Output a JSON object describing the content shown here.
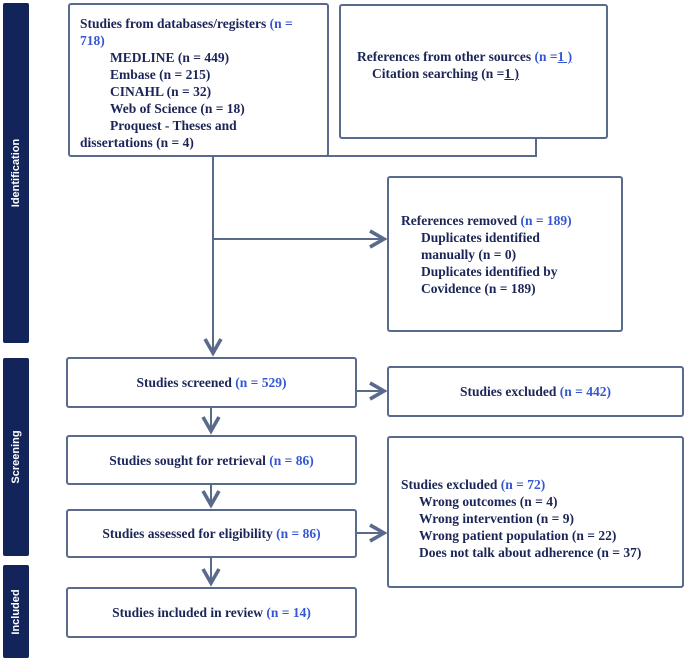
{
  "phases": {
    "identification": "Identification",
    "screening": "Screening",
    "included": "Included"
  },
  "identification": {
    "databases": {
      "title": "Studies from databases/registers",
      "n": "(n = 718)",
      "items": [
        "MEDLINE (n = 449)",
        "Embase (n = 215)",
        "CINAHL (n = 32)",
        "Web of Science (n = 18)",
        "Proquest - Theses and"
      ],
      "last_line": "dissertations (n = 4)"
    },
    "other_sources": {
      "title": "References from other sources",
      "n_prefix": "(n =",
      "n_value": "1 )",
      "item_prefix": "Citation searching (n =",
      "item_value": "1 )"
    },
    "removed": {
      "title": "References removed",
      "n": "(n = 189)",
      "items": [
        "Duplicates identified",
        "manually (n = 0)",
        "Duplicates identified by",
        "Covidence (n = 189)"
      ]
    }
  },
  "screening": {
    "screened": {
      "title": "Studies screened",
      "n": "(n = 529)"
    },
    "excluded1": {
      "title": "Studies excluded",
      "n": "(n = 442)"
    },
    "sought": {
      "title": "Studies sought for retrieval",
      "n": "(n = 86)"
    },
    "assessed": {
      "title": "Studies assessed for eligibility",
      "n": "(n = 86)"
    },
    "excluded2": {
      "title": "Studies excluded",
      "n": "(n = 72)",
      "items": [
        "Wrong outcomes (n = 4)",
        "Wrong intervention (n = 9)",
        "Wrong patient population (n = 22)",
        "Does not talk about adherence (n = 37)"
      ]
    }
  },
  "included": {
    "title": "Studies included in review",
    "n": "(n = 14)"
  },
  "colors": {
    "bar": "#13245a",
    "text": "#1c2557",
    "count": "#3556d4",
    "line": "#5a6a8c"
  }
}
